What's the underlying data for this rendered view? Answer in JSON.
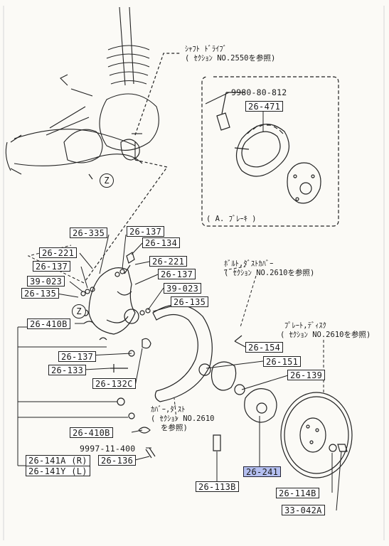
{
  "diagram": {
    "notes": {
      "shaft_drive": {
        "line1": "ｼｬﾌﾄ ﾄﾞﾗｲﾌﾞ",
        "line2": "( ｾｸｼｮﾝ NO.2550を参照)"
      },
      "bolt_dust_cover": {
        "line1": "ﾎﾞﾙﾄ,ﾀﾞｽﾄｶﾊﾞｰ",
        "line2": "( ｾｸｼｮﾝ NO.2610を参照)"
      },
      "plate_disc": {
        "line1": "ﾌﾟﾚｰﾄ,ﾃﾞｨｽｸ",
        "line2": "( ｾｸｼｮﾝ NO.2610を参照)"
      },
      "cover_dust": {
        "line1": "ｶﾊﾞｰ,ﾀﾞｽﾄ",
        "line2": "( ｾｸｼｮﾝ NO.2610",
        "line3": "を参照)"
      },
      "brake_inset": "( A. ﾌﾞﾚｰｷ )"
    },
    "circle_marker": "Z",
    "parts": {
      "p9980": "9980-80-812",
      "p26_471": "26-471",
      "p26_335": "26-335",
      "p26_137a": "26-137",
      "p26_221a": "26-221",
      "p26_134": "26-134",
      "p26_137b": "26-137",
      "p26_221b": "26-221",
      "p39_023a": "39-023",
      "p26_137c": "26-137",
      "p26_135a": "26-135",
      "p39_023b": "39-023",
      "p26_135b": "26-135",
      "p26_410b": "26-410B",
      "p26_154": "26-154",
      "p26_151": "26-151",
      "p26_137d": "26-137",
      "p26_133": "26-133",
      "p26_139": "26-139",
      "p26_132c": "26-132C",
      "p26_410b2": "26-410B",
      "p9997": "9997-11-400",
      "p26_136": "26-136",
      "p26_141a": "26-141A (R)",
      "p26_141y": "26-141Y (L)",
      "p26_241": "26-241",
      "p26_113b": "26-113B",
      "p26_114b": "26-114B",
      "p33_042a": "33-042A"
    }
  }
}
